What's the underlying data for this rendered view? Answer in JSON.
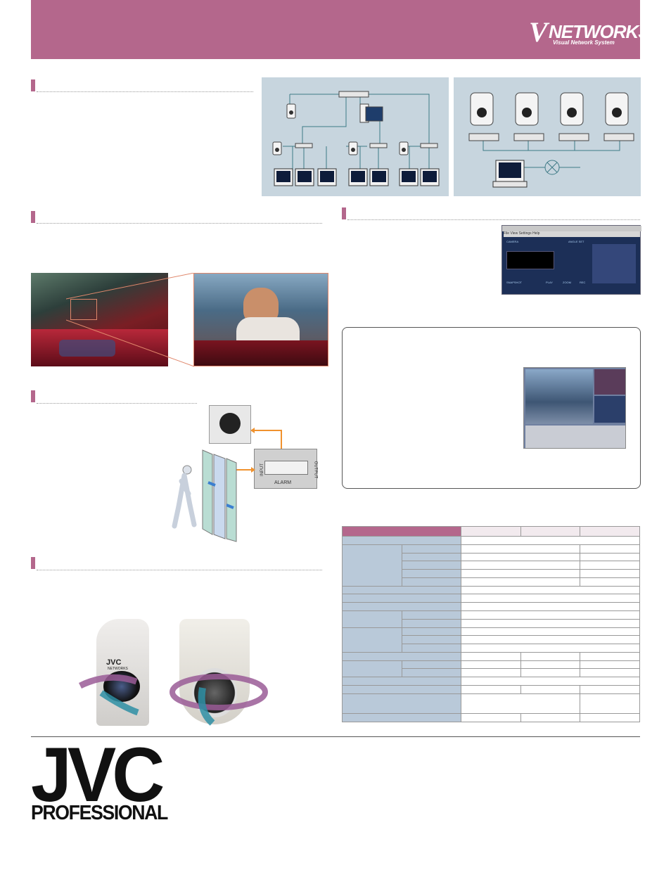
{
  "brand": {
    "logo_text": "NETWORKS",
    "logo_tagline": "Visual Network System",
    "footer_logo": "JVC",
    "footer_sub": "PROFESSIONAL"
  },
  "colors": {
    "accent": "#b4678c",
    "panel": "#c7d5de",
    "line": "#3e7a86",
    "table_label": "#b9c9d9",
    "highlight": "#e0876b"
  },
  "screenshot": {
    "menu_items": [
      "File",
      "View",
      "Settings",
      "Help"
    ],
    "buttons": [
      "SNAPSHOT",
      "PLAY",
      "ZOOM",
      "REC"
    ],
    "section_labels": [
      "CAMERA",
      "ANGLE SET"
    ]
  },
  "alarm_panel": {
    "input_label": "INPUT",
    "output_label": "OUTPUT",
    "alarm_label": "ALARM"
  },
  "camera_logo": {
    "brand": "JVC",
    "line": "NETWORKS"
  }
}
